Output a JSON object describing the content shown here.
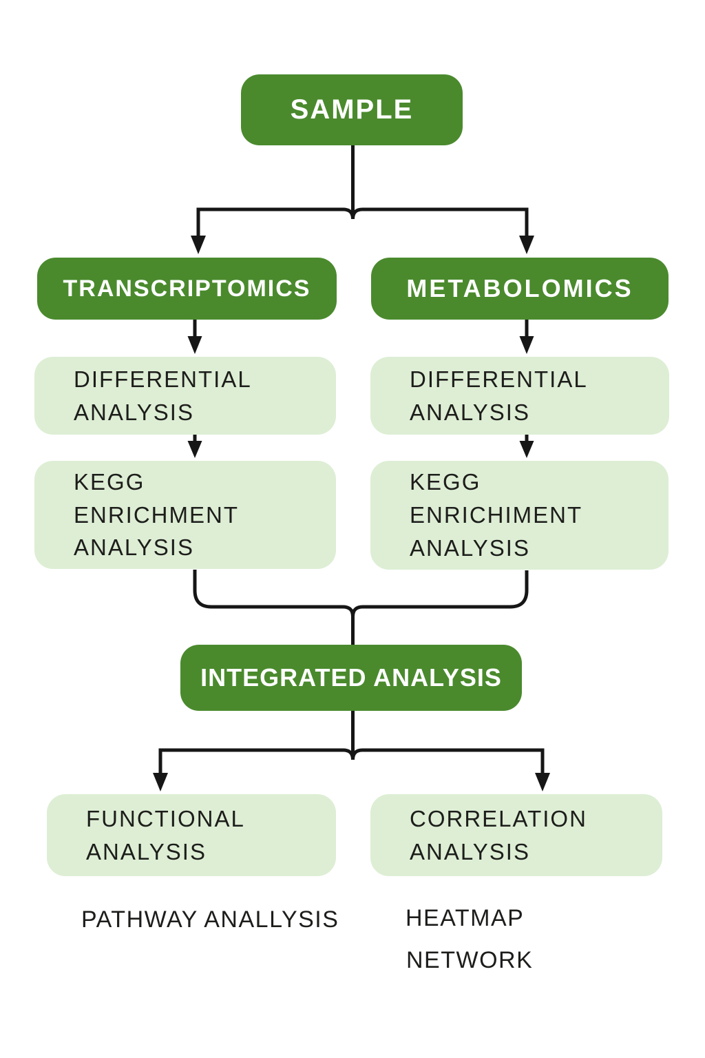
{
  "colors": {
    "box_dark_green": "#4a8a2d",
    "box_light_green": "#ddeed4",
    "connector_black": "#161616",
    "text_on_dark": "#ffffff",
    "text_on_light": "#1d1d1b"
  },
  "flowchart": {
    "sample": "SAMPLE",
    "transcriptomics": "TRANSCRIPTOMICS",
    "metabolomics": "METABOLOMICS",
    "differential_analysis_left": "DIFFERENTIAL\nANALYSIS",
    "differential_analysis_right": "DIFFERENTIAL\nANALYSIS",
    "kegg_enrichment_left": "KEGG\nENRICHMENT\nANALYSIS",
    "kegg_enrichment_right": "KEGG\nENRICHIMENT\nANALYSIS",
    "integrated_analysis": "INTEGRATED ANALYSIS",
    "functional_analysis": "FUNCTIONAL\nANALYSIS",
    "correlation_analysis": "CORRELATION\nANALYSIS",
    "pathway_analysis_label": "PATHWAY ANALLYSIS",
    "heatmap_label": "HEATMAP",
    "network_label": "NETWORK"
  }
}
